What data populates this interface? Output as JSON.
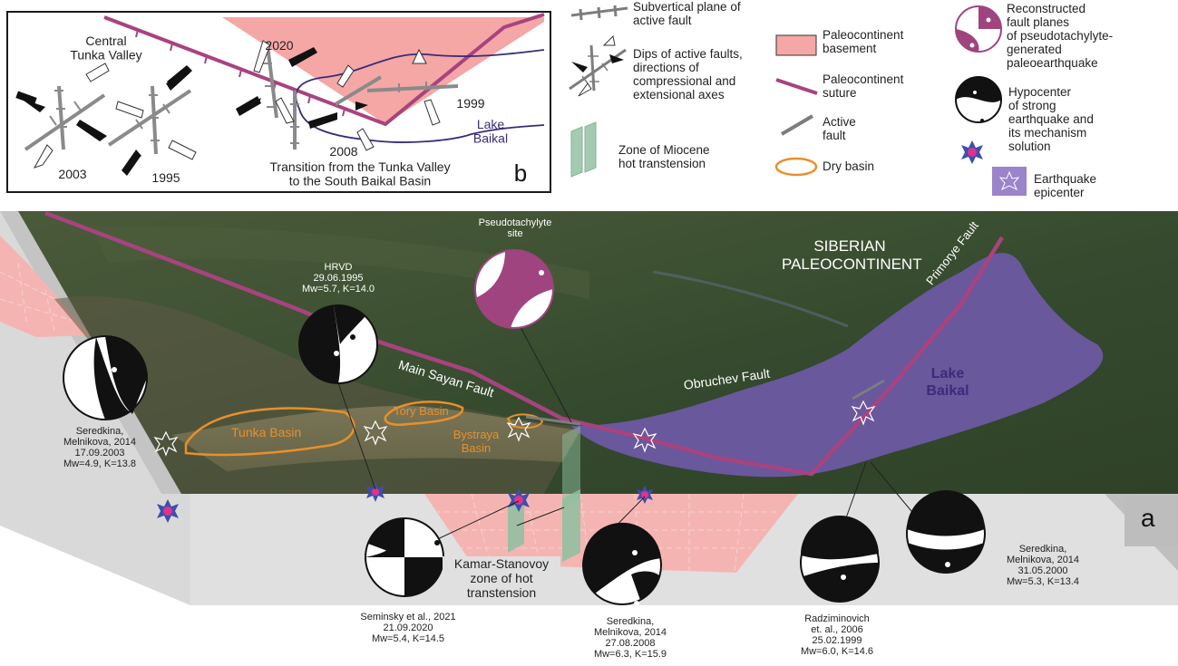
{
  "inset": {
    "panel_letter": "b",
    "central_tunka": "Central\nTunka Valley",
    "year_2003": "2003",
    "year_1995": "1995",
    "year_2020": "2020",
    "year_1999": "1999",
    "year_2008": "2008",
    "lake_baikal": "Lake\nBaikal",
    "transition": "Transition from the Tunka Valley\nto the South Baikal Basin"
  },
  "legend": {
    "subvertical": "Subvertical plane of\nactive fault",
    "dips": "Dips of active faults,\ndirections of\ncompressional and\nextensional axes",
    "miocene": "Zone of Miocene\nhot transtension",
    "paleo_basement": "Paleocontinent\nbasement",
    "paleo_suture": "Paleocontinent\nsuture",
    "active_fault": "Active\nfault",
    "dry_basin": "Dry basin",
    "reconstructed": "Reconstructed\nfault planes\nof pseudotachylyte-\ngenerated\npaleoearthquake",
    "hypocenter": "Hypocenter\nof strong\nearthquake and\nits mechanism\nsolution",
    "epicenter": "Earthquake\nepicenter"
  },
  "map": {
    "panel_letter": "a",
    "siberian": "SIBERIAN\nPALEOCONTINENT",
    "primorye": "Primorye Fault",
    "main_sayan": "Main Sayan Fault",
    "obruchev": "Obruchev Fault",
    "lake_baikal": "Lake\nBaikal",
    "tunka_basin": "Tunka Basin",
    "tory_basin": "Tory Basin",
    "bystraya_basin": "Bystraya\nBasin",
    "pseudotachylyte": "Pseudotachylyte\nsite",
    "kamar": "Kamar-Stanovoy\nzone of hot\ntranstension"
  },
  "events": {
    "hrvd": "HRVD\n29.06.1995\nMw=5.7, K=14.0",
    "ev2003": "Seredkina,\nMelnikova, 2014\n17.09.2003\nMw=4.9, K=13.8",
    "ev2020": "Seminsky et al., 2021\n21.09.2020\nMw=5.4, K=14.5",
    "ev2008": "Seredkina,\nMelnikova, 2014\n27.08.2008\nMw=6.3, K=15.9",
    "ev1999": "Radziminovich\net. al., 2006\n25.02.1999\nMw=6.0, K=14.6",
    "ev2000": "Seredkina,\nMelnikova, 2014\n31.05.2000\nMw=5.3, K=13.4"
  },
  "colors": {
    "basement": "#f4a7a5",
    "suture": "#a8437f",
    "fault": "#7d7d7d",
    "dry_basin": "#e8902a",
    "lake": "#6f5aa8",
    "miocene": "#8dbf9f",
    "purple_mech": "#a0447f"
  }
}
